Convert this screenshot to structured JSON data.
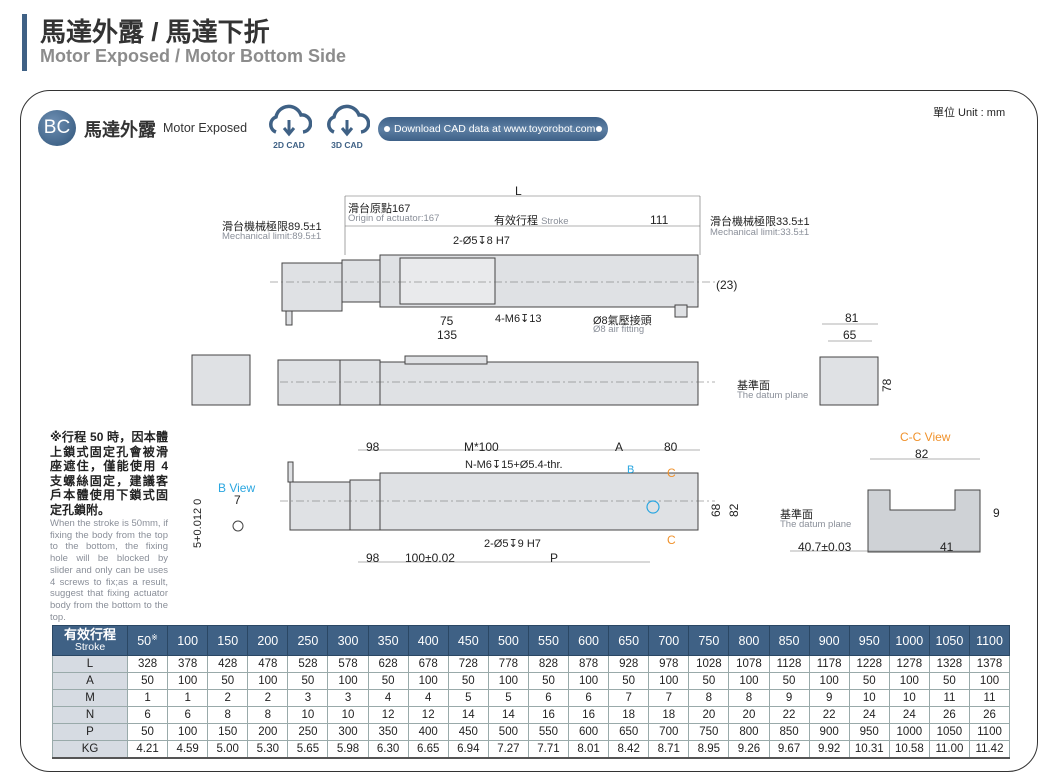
{
  "header": {
    "title": "馬達外露 / 馬達下折",
    "subtitle": "Motor Exposed / Motor Bottom Side"
  },
  "section": {
    "badge": "BC",
    "title_zh": "馬達外露",
    "title_en": "Motor Exposed",
    "cad2d": "2D CAD",
    "cad3d": "3D CAD",
    "download": "Download CAD data at www.toyorobot.com",
    "unit": "單位 Unit : mm"
  },
  "drawing": {
    "L": "L",
    "origin_zh": "滑台原點167",
    "origin_en": "Origin of actuator:167",
    "stroke_zh": "有效行程",
    "stroke_en": "Stroke",
    "d111": "111",
    "mech_left_zh": "滑台機械極限89.5±1",
    "mech_left_en": "Mechanical limit:89.5±1",
    "mech_right_zh": "滑台機械極限33.5±1",
    "mech_right_en": "Mechanical limit:33.5±1",
    "hole_top": "2-Ø5↧8 H7",
    "d23": "(23)",
    "d75": "75",
    "d135": "135",
    "screw_top": "4-M6↧13",
    "air_zh": "Ø8氣壓接頭",
    "air_en": "Ø8 air fitting",
    "d81": "81",
    "d65": "65",
    "d78": "78",
    "datum_zh": "基準面",
    "datum_en": "The datum plane",
    "bview": "B View",
    "d7": "7",
    "tol": "5+0.012 0",
    "d98a": "98",
    "m100": "M*100",
    "A": "A",
    "d80": "80",
    "nm6": "N-M6↧15+Ø5.4-thr.",
    "B": "B",
    "C": "C",
    "d68": "68",
    "d82v": "82",
    "hole_bot": "2-Ø5↧9 H7",
    "d98b": "98",
    "d100": "100±0.02",
    "P": "P",
    "ccview": "C-C View",
    "d82": "82",
    "d9": "9",
    "d407": "40.7±0.03",
    "d41": "41"
  },
  "notes": {
    "zh": "※行程 50 時，因本體上鎖式固定孔會被滑座遮住，僅能使用 4 支螺絲固定，建議客戶本體使用下鎖式固定孔鎖附。",
    "en": "When the stroke is 50mm, if fixing the body from the top to the bottom, the fixing hole will be blocked by slider and only can be uses 4 screws to fix;as a result, suggest that fixing actuator body from the bottom to the top."
  },
  "table": {
    "header_zh": "有效行程",
    "header_en": "Stroke",
    "strokes": [
      "50",
      "100",
      "150",
      "200",
      "250",
      "300",
      "350",
      "400",
      "450",
      "500",
      "550",
      "600",
      "650",
      "700",
      "750",
      "800",
      "850",
      "900",
      "950",
      "1000",
      "1050",
      "1100"
    ],
    "first_mark": "※",
    "rows": [
      {
        "label": "L",
        "values": [
          "328",
          "378",
          "428",
          "478",
          "528",
          "578",
          "628",
          "678",
          "728",
          "778",
          "828",
          "878",
          "928",
          "978",
          "1028",
          "1078",
          "1128",
          "1178",
          "1228",
          "1278",
          "1328",
          "1378"
        ]
      },
      {
        "label": "A",
        "values": [
          "50",
          "100",
          "50",
          "100",
          "50",
          "100",
          "50",
          "100",
          "50",
          "100",
          "50",
          "100",
          "50",
          "100",
          "50",
          "100",
          "50",
          "100",
          "50",
          "100",
          "50",
          "100"
        ]
      },
      {
        "label": "M",
        "values": [
          "1",
          "1",
          "2",
          "2",
          "3",
          "3",
          "4",
          "4",
          "5",
          "5",
          "6",
          "6",
          "7",
          "7",
          "8",
          "8",
          "9",
          "9",
          "10",
          "10",
          "11",
          "11"
        ]
      },
      {
        "label": "N",
        "values": [
          "6",
          "6",
          "8",
          "8",
          "10",
          "10",
          "12",
          "12",
          "14",
          "14",
          "16",
          "16",
          "18",
          "18",
          "20",
          "20",
          "22",
          "22",
          "24",
          "24",
          "26",
          "26"
        ]
      },
      {
        "label": "P",
        "values": [
          "50",
          "100",
          "150",
          "200",
          "250",
          "300",
          "350",
          "400",
          "450",
          "500",
          "550",
          "600",
          "650",
          "700",
          "750",
          "800",
          "850",
          "900",
          "950",
          "1000",
          "1050",
          "1100"
        ]
      },
      {
        "label": "KG",
        "values": [
          "4.21",
          "4.59",
          "5.00",
          "5.30",
          "5.65",
          "5.98",
          "6.30",
          "6.65",
          "6.94",
          "7.27",
          "7.71",
          "8.01",
          "8.42",
          "8.71",
          "8.95",
          "9.26",
          "9.67",
          "9.92",
          "10.31",
          "10.58",
          "11.00",
          "11.42"
        ]
      }
    ]
  },
  "colors": {
    "accent": "#3f6185",
    "orange": "#f0922c",
    "blue": "#2aa6e0"
  }
}
